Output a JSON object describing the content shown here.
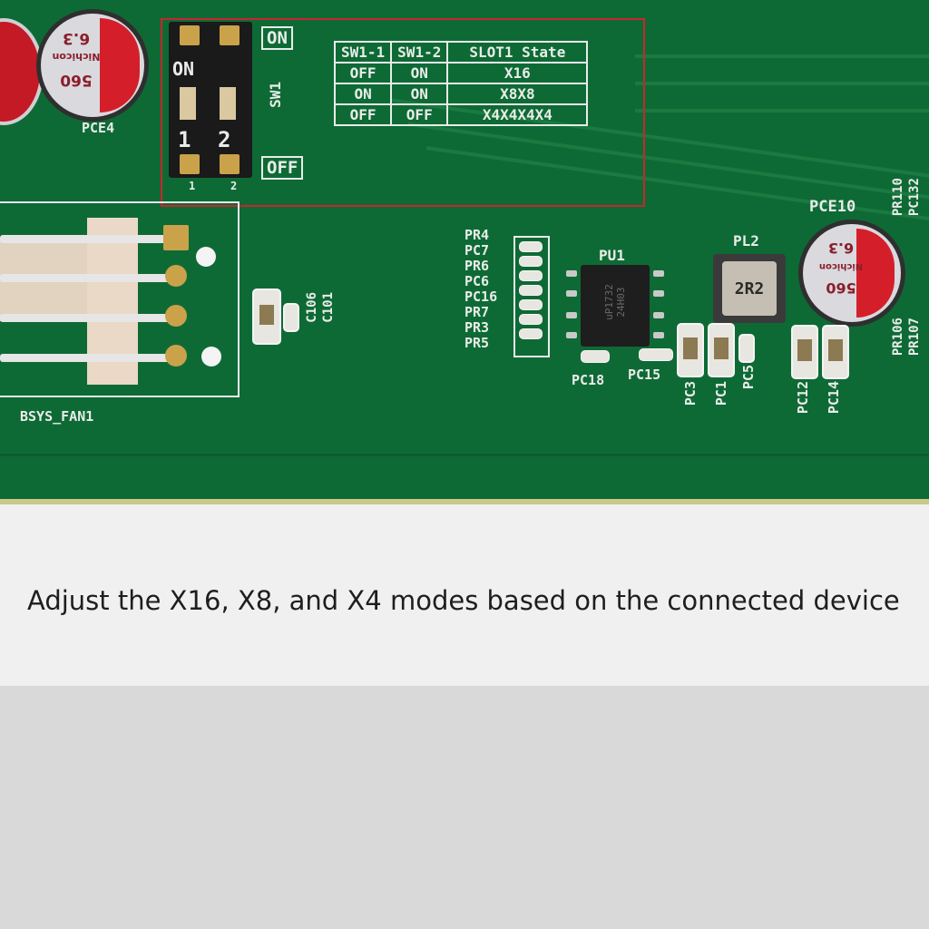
{
  "board": {
    "switch": {
      "on_label": "ON",
      "off_label": "OFF",
      "name": "SW1",
      "top_text": "ON",
      "pos1": "1",
      "pos2": "2",
      "pin1": "1",
      "pin2": "2"
    },
    "state_table": {
      "headers": [
        "SW1-1",
        "SW1-2",
        "SLOT1 State"
      ],
      "rows": [
        [
          "OFF",
          "ON",
          "X16"
        ],
        [
          "ON",
          "ON",
          "X8X8"
        ],
        [
          "OFF",
          "OFF",
          "X4X4X4X4"
        ]
      ]
    },
    "labels": {
      "pce4": "PCE4",
      "pce10": "PCE10",
      "pu1": "PU1",
      "pl2": "PL2",
      "inductor_mark": "2R2",
      "fan": "BSYS_FAN1",
      "c106": "C106",
      "c101": "C101",
      "pc18": "PC18",
      "pc15": "PC15",
      "pc3": "PC3",
      "pc1": "PC1",
      "pc5": "PC5",
      "pc12": "PC12",
      "pc14": "PC14",
      "pr110": "PR110",
      "pc132": "PC132",
      "pr106": "PR106",
      "pr107": "PR107",
      "resistor_column": [
        "PR4",
        "PC7",
        "PR6",
        "PC6",
        "PC16",
        "PR7",
        "PR3",
        "PR5"
      ]
    },
    "capacitor": {
      "value": "560",
      "brand": "Nichicon",
      "voltage": "6.3"
    },
    "chip_marking": "uP1732 24H03"
  },
  "caption": "Adjust the X16, X8, and X4 modes based on the connected device"
}
